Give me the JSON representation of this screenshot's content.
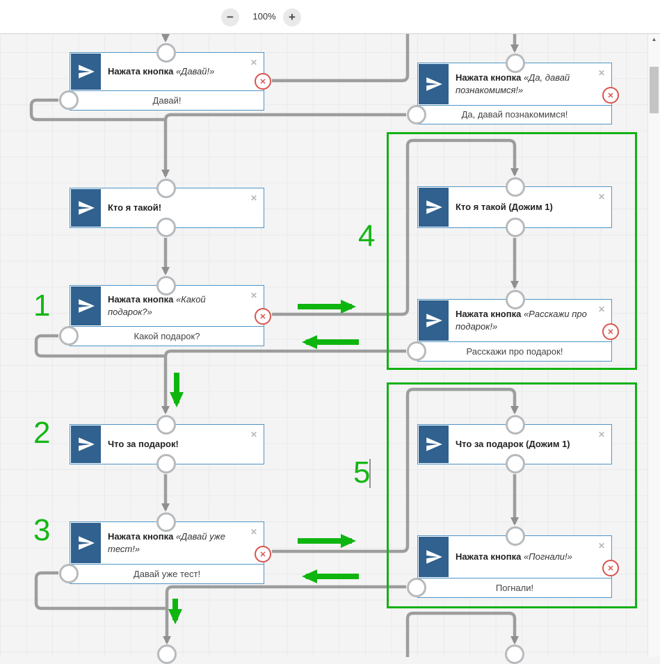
{
  "toolbar": {
    "zoom_out": "−",
    "zoom_level": "100%",
    "zoom_in": "+"
  },
  "icons": {
    "close": "✕",
    "remove_connection": "✕",
    "scroll_up": "▲"
  },
  "annotations": {
    "n1": "1",
    "n2": "2",
    "n3": "3",
    "n4": "4",
    "n5": "5"
  },
  "nodes": [
    {
      "id": "pressed-davay",
      "title_bold": "Нажата кнопка ",
      "title_italic": "«Давай!»",
      "button": "Давай!"
    },
    {
      "id": "pressed-da-davay-poznakomimsya",
      "title_bold": "Нажата кнопка ",
      "title_italic": "«Да, давай познакомимся!»",
      "button": "Да, давай познакомимся!"
    },
    {
      "id": "kto-ya-takoy",
      "title_bold": "Кто я такой!"
    },
    {
      "id": "kto-ya-takoy-dozhim-1",
      "title_bold": "Кто я такой (Дожим 1)"
    },
    {
      "id": "pressed-kakoy-podarok",
      "title_bold": "Нажата кнопка ",
      "title_italic": "«Какой подарок?»",
      "button": "Какой подарок?"
    },
    {
      "id": "pressed-rasskazhi-pro-podarok",
      "title_bold": "Нажата кнопка ",
      "title_italic": "«Расскажи про подарок!»",
      "button": "Расскажи про подарок!"
    },
    {
      "id": "chto-za-podarok",
      "title_bold": "Что за подарок!"
    },
    {
      "id": "chto-za-podarok-dozhim-1",
      "title_bold": "Что за подарок (Дожим 1)"
    },
    {
      "id": "pressed-davay-uzhe-test",
      "title_bold": "Нажата кнопка ",
      "title_italic": "«Давай уже тест!»",
      "button": "Давай уже тест!"
    },
    {
      "id": "pressed-pognali",
      "title_bold": "Нажата кнопка ",
      "title_italic": "«Погнали!»",
      "button": "Погнали!"
    }
  ],
  "colors": {
    "node_border": "#4e94c5",
    "icon_bg": "#30618f",
    "connector_gray": "#9d9d9d",
    "annotation_green": "#12b212",
    "remove_red": "#d9534f"
  }
}
